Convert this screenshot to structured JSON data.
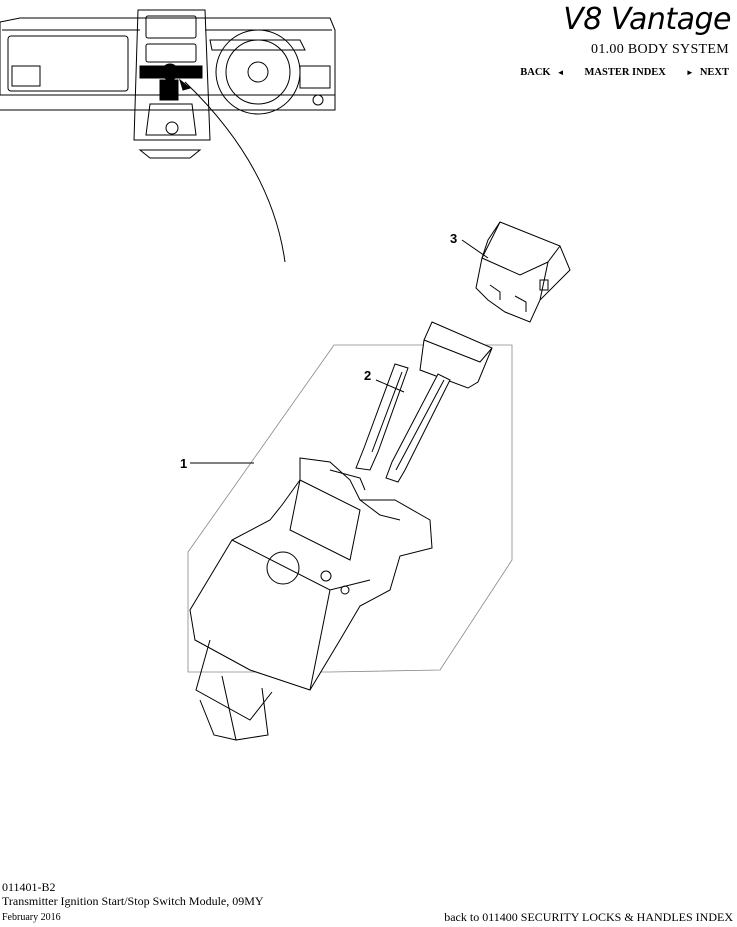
{
  "header": {
    "brand": "V8 Vantage",
    "section": "01.00 BODY SYSTEM",
    "nav": {
      "back_label": "BACK",
      "back_arrow": "◄",
      "master_index_label": "MASTER INDEX",
      "next_arrow": "►",
      "next_label": "NEXT"
    }
  },
  "callouts": [
    "1",
    "2",
    "3"
  ],
  "footer": {
    "code": "011401-B2",
    "title": "Transmitter Ignition Start/Stop Switch Module, 09MY",
    "date": "February 2016",
    "back_link": "back to 011400 SECURITY LOCKS & HANDLES INDEX"
  }
}
